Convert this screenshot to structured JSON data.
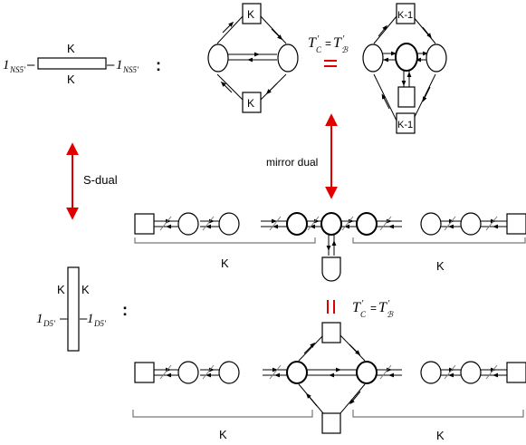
{
  "labels": {
    "k": "K",
    "k_minus_1": "K-1",
    "brane_ns5": "1",
    "sub_ns5": "NS5'",
    "brane_d5": "1",
    "sub_d5": "D5'",
    "dash": "–",
    "colon": ":",
    "s_dual": "S-dual",
    "mirror_dual": "mirror dual",
    "equals": "=",
    "eq_lhs": "T",
    "eq_lhs_sub": "C",
    "eq_rhs": "T",
    "eq_rhs_sub": "ℬ",
    "prime": "′",
    "parallel": "||"
  },
  "colors": {
    "line": "#000000",
    "accent": "#e00000",
    "bracket": "#777777"
  }
}
